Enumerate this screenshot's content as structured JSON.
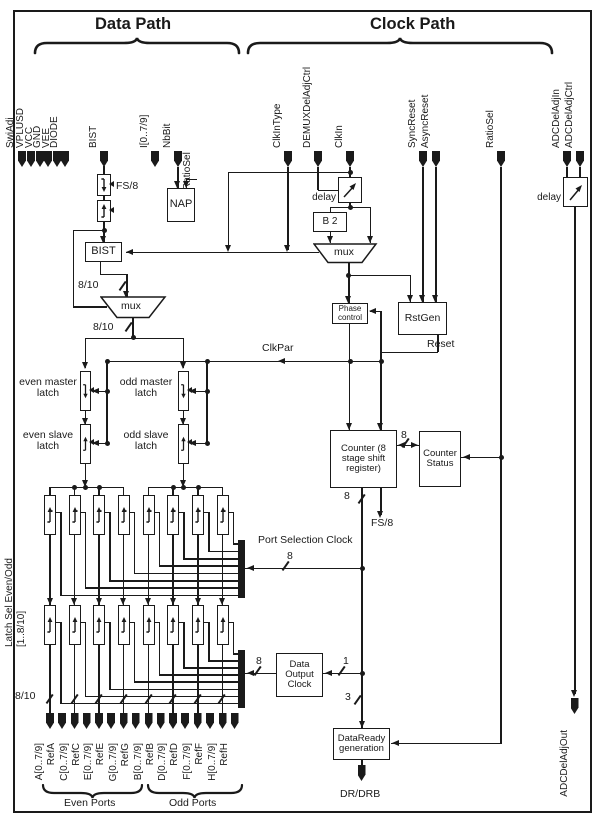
{
  "colors": {
    "ink": "#1a1a1a",
    "bg": "#ffffff"
  },
  "titles": {
    "data_path": "Data Path",
    "clock_path": "Clock Path"
  },
  "pins_top": {
    "swiadj": "SwiAdj",
    "vplusd": "VPLUSD",
    "vcc": "VCC",
    "gnd": "GND",
    "vee": "VEE",
    "diode": "DIODE",
    "bist": "BIST",
    "i_bus": "I[0..7/9]",
    "nbbit": "NbBit",
    "ratiosel_data": "RatioSel",
    "clkintype": "ClkInType",
    "demux_del_adj_ctrl": "DEMUXDelAdjCtrl",
    "clkin": "ClkIn",
    "syncreset": "SyncReset",
    "asyncreset": "AsyncReset",
    "ratiosel_clock": "RatioSel",
    "adc_del_adj_in": "ADCDelAdjIn",
    "adc_del_adj_ctrl": "ADCDelAdjCtrl"
  },
  "blocks": {
    "nap": "NAP",
    "bist": "BIST",
    "mux_data": "mux",
    "delay_clock": "delay",
    "b2": "B 2",
    "mux_clock": "mux",
    "phase_control": "Phase control",
    "rstgen": "RstGen",
    "counter": "Counter (8 stage shift register)",
    "counter_status": "Counter Status",
    "data_output_clock": "Data Output Clock",
    "dataready": "DataReady generation",
    "delay_adc": "delay"
  },
  "latch_labels": {
    "even_master": "even master latch",
    "even_slave": "even slave latch",
    "odd_master": "odd master latch",
    "odd_slave": "odd slave latch",
    "latch_sel": "Latch Sel Even/Odd",
    "latch_sel_range": "[1..8/10]"
  },
  "buses": {
    "fs8": "FS/8",
    "b810": "8/10",
    "clkpar": "ClkPar",
    "reset": "Reset",
    "port_sel_clock": "Port Selection Clock",
    "n8": "8",
    "n1": "1",
    "n3": "3"
  },
  "ports": {
    "labels": [
      "A[0..7/9]",
      "RefA",
      "C[0..7/9]",
      "RefC",
      "E[0..7/9]",
      "RefE",
      "G[0..7/9]",
      "RefG",
      "B[0..7/9]",
      "RefB",
      "D[0..7/9]",
      "RefD",
      "F[0..7/9]",
      "RefF",
      "H[0..7/9]",
      "RefH"
    ],
    "even_group": "Even Ports",
    "odd_group": "Odd Ports"
  },
  "outputs": {
    "dr_drb": "DR/DRB",
    "adc_del_adj_out": "ADCDelAdjOut"
  }
}
